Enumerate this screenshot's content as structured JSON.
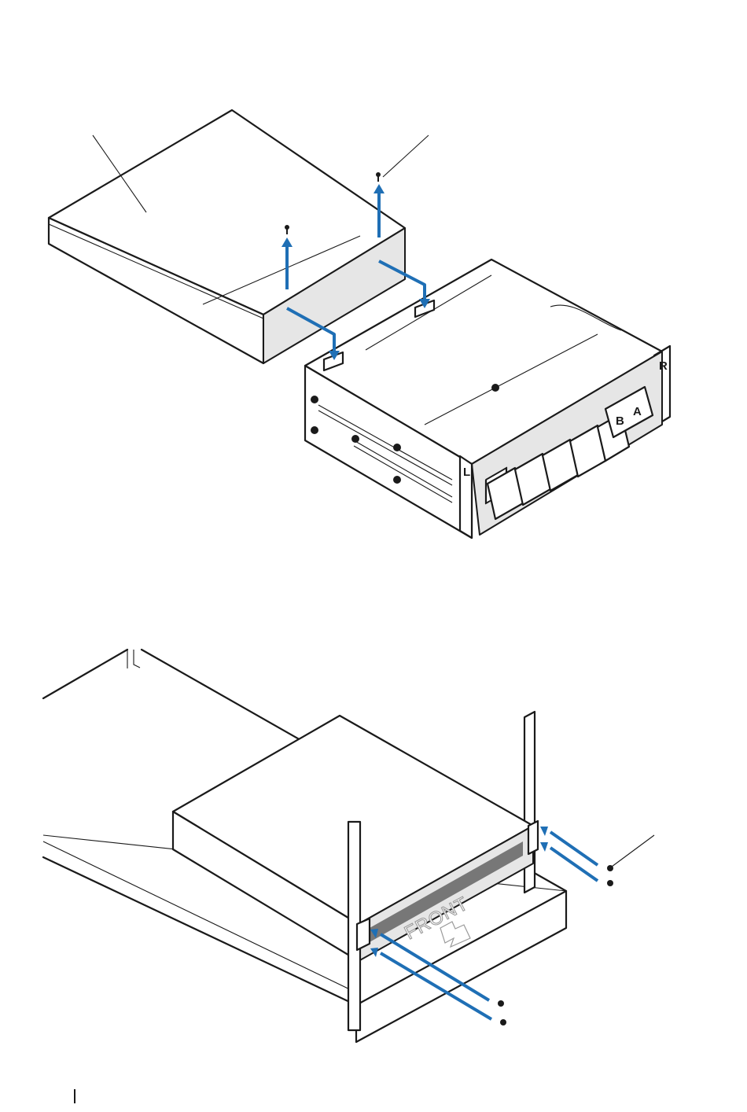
{
  "top_figure": {
    "rail_labels": {
      "left": "L",
      "right": "R"
    },
    "psu_labels": [
      "B",
      "A"
    ]
  },
  "bottom_figure": {
    "floor_text": "FRONT"
  },
  "colors": {
    "arrow": "#1f6fb5",
    "outline": "#1a1a1a",
    "shade": "#e6e6e6"
  },
  "icons": [
    "screw-icon",
    "thumbscrew-icon",
    "front-arrow-icon"
  ]
}
